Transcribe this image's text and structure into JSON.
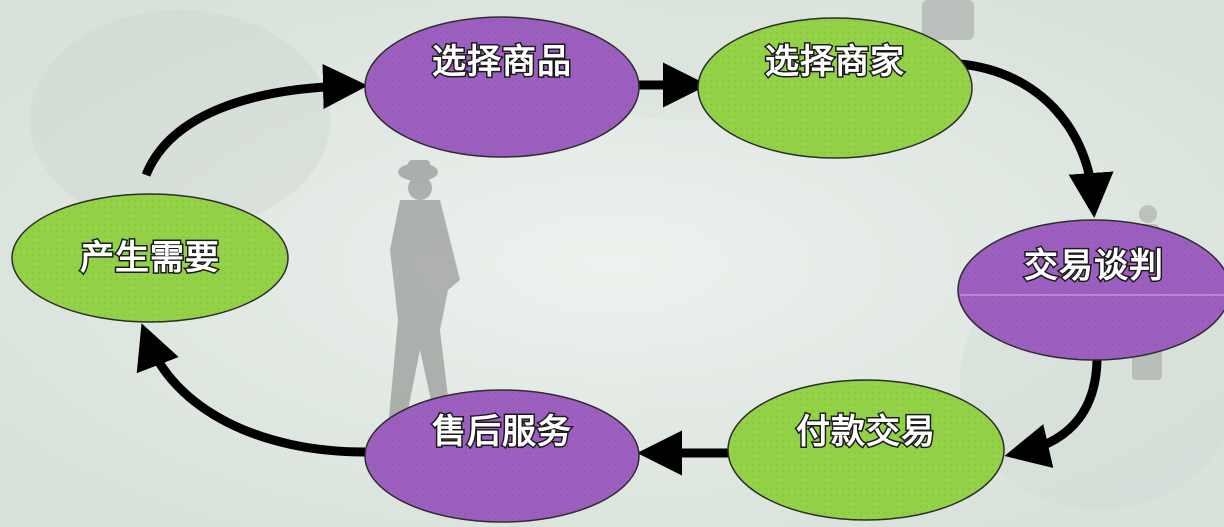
{
  "diagram": {
    "nodes": [
      {
        "id": "need",
        "label": "产生需要",
        "color": "green"
      },
      {
        "id": "select-product",
        "label": "选择商品",
        "color": "purple"
      },
      {
        "id": "select-merchant",
        "label": "选择商家",
        "color": "green"
      },
      {
        "id": "negotiate",
        "label": "交易谈判",
        "color": "purple"
      },
      {
        "id": "payment",
        "label": "付款交易",
        "color": "green"
      },
      {
        "id": "after-sale",
        "label": "售后服务",
        "color": "purple"
      }
    ],
    "edges": [
      {
        "from": "need",
        "to": "select-product"
      },
      {
        "from": "select-product",
        "to": "select-merchant"
      },
      {
        "from": "select-merchant",
        "to": "negotiate"
      },
      {
        "from": "negotiate",
        "to": "payment"
      },
      {
        "from": "payment",
        "to": "after-sale"
      },
      {
        "from": "after-sale",
        "to": "need"
      }
    ],
    "colors": {
      "green": "#93d147",
      "purple": "#9c5fc0",
      "arrow": "#000000",
      "background": "#e3eae4"
    }
  }
}
